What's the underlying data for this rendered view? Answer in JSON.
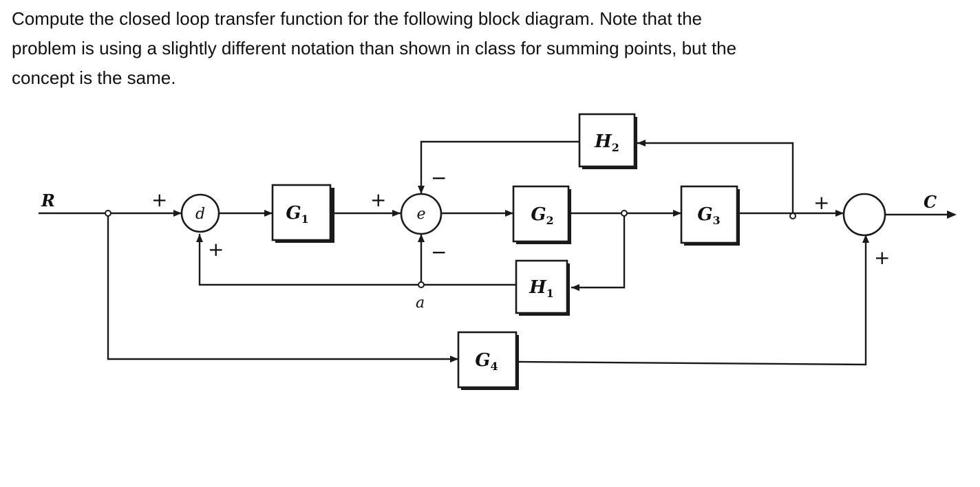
{
  "prompt": {
    "line1": "Compute the closed loop transfer function for the following block diagram.  Note that the",
    "line2": "problem is using a slightly different notation than shown in class for summing points, but the",
    "line3": "concept is the same."
  },
  "diagram": {
    "input_label": "R",
    "output_label": "C",
    "node_a_label": "a",
    "sum_d_label": "d",
    "sum_e_label": "e",
    "blocks": {
      "G1": {
        "letter": "G",
        "sub": "1"
      },
      "G2": {
        "letter": "G",
        "sub": "2"
      },
      "G3": {
        "letter": "G",
        "sub": "3"
      },
      "G4": {
        "letter": "G",
        "sub": "4"
      },
      "H1": {
        "letter": "H",
        "sub": "1"
      },
      "H2": {
        "letter": "H",
        "sub": "2"
      }
    },
    "signs": {
      "d_left": "+",
      "d_bottom": "+",
      "e_left": "+",
      "e_top": "−",
      "e_bottom": "−",
      "out_left": "+",
      "out_bottom": "+"
    }
  }
}
